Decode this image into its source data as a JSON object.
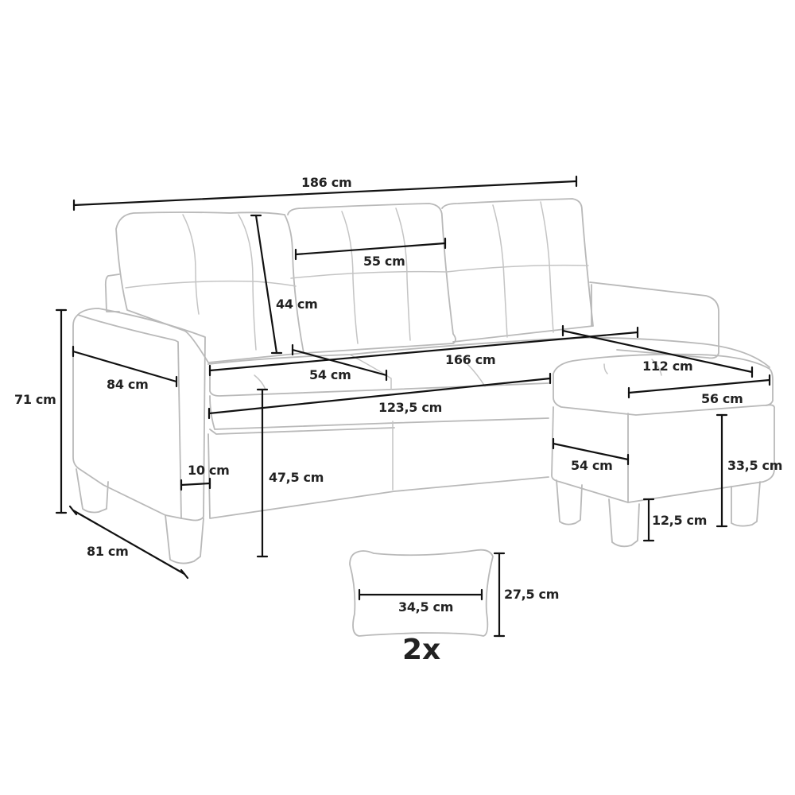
{
  "product": "sectional-sofa-with-ottoman-and-cushions",
  "colors": {
    "outline": "#b9b9b9",
    "dimension_line": "#111111",
    "text": "#222222"
  },
  "dimensions": {
    "overall_width": "186 cm",
    "seat_cushion_width": "55 cm",
    "back_cushion_height": "44 cm",
    "inner_width": "166 cm",
    "ottoman_length": "112 cm",
    "arm_length": "84 cm",
    "seat_depth": "54 cm",
    "seat_width": "123,5 cm",
    "ottoman_width": "56 cm",
    "total_height": "71 cm",
    "arm_width": "10 cm",
    "seat_height": "47,5 cm",
    "ottoman_depth": "54 cm",
    "ottoman_height": "33,5 cm",
    "leg_height": "12,5 cm",
    "total_depth": "81 cm",
    "pillow_width": "34,5 cm",
    "pillow_height": "27,5 cm"
  },
  "pillow_quantity": "2x"
}
